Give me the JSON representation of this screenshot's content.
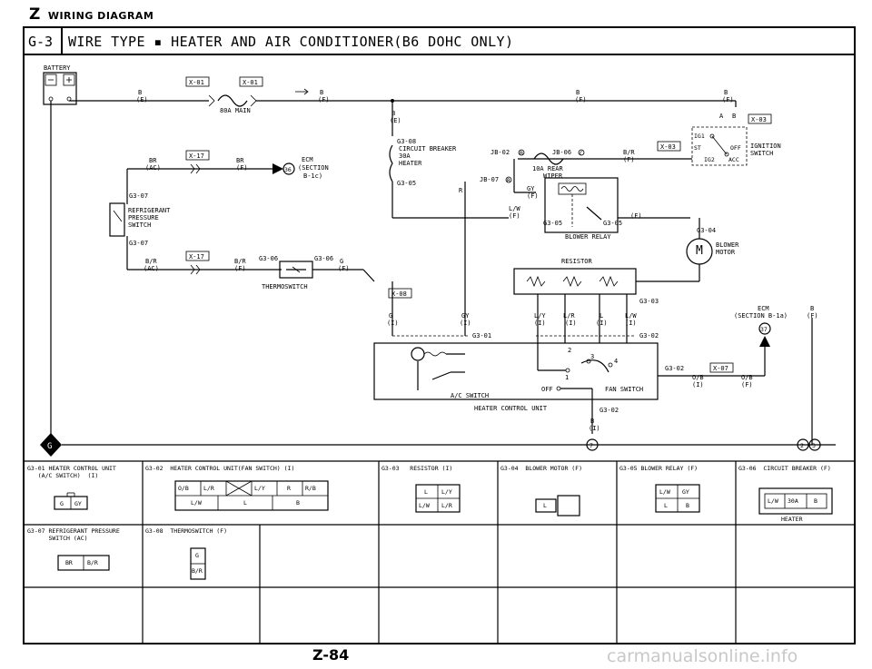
{
  "header": {
    "section_letter": "Z",
    "title": "WIRING DIAGRAM"
  },
  "diagram": {
    "code": "G-3",
    "title": "WIRE TYPE ▪ HEATER AND AIR CONDITIONER(B6 DOHC ONLY)"
  },
  "labels": {
    "battery": "BATTERY",
    "main_fuse": "80A MAIN",
    "x01a": "X-01",
    "x01b": "X-01",
    "b_e": "B",
    "b_e2": "(E)",
    "b_f": "B",
    "b_f2": "(F)",
    "x17a": "X-17",
    "br": "BR",
    "br_ac": "(AC)",
    "br2": "BR",
    "br_f": "(F)",
    "ecm1": "ECM",
    "ecm_sec": "(SECTION",
    "ecm_sec2": "B-1c)",
    "ecm_pin": "36",
    "g307": "G3-07",
    "ref_sw1": "REFRIGERANT",
    "ref_sw2": "PRESSURE",
    "ref_sw3": "SWITCH",
    "g307b": "G3-07",
    "x17b": "X-17",
    "br_b": "B/R",
    "br_b_ac": "(AC)",
    "br_b2": "B/R",
    "br_b_f": "(F)",
    "g306a": "G3-06",
    "g306b": "G3-06",
    "g_f": "G",
    "g_f2": "(F)",
    "thermo": "THERMOSWITCH",
    "x08": "X-08",
    "g308": "G3-08",
    "cb1": "CIRCUIT BREAKER",
    "cb2": "30A",
    "cb3": "HEATER",
    "g305a": "G3-05",
    "jb02": "JB-02",
    "jb02p": "B",
    "jb06": "JB-06",
    "jb06p": "C",
    "fuse10": "10A REAR",
    "fuse10b": "WIPER",
    "jb07": "JB-07",
    "jb07p": "R",
    "gy_f": "GY",
    "gy_f2": "(F)",
    "lw_f": "L/W",
    "lw_f2": "(F)",
    "g305b": "G3-05",
    "g305c": "G3-05",
    "blower_relay": "BLOWER RELAY",
    "br_f3": "B/R",
    "br_f4": "(F)",
    "f_only": "(F)",
    "x03a": "X-03",
    "x03b": "X-03",
    "ig1": "IG1",
    "st": "ST",
    "off": "OFF",
    "ig2": "IG2",
    "acc": "ACC",
    "ign1": "IGNITION",
    "ign2": "SWITCH",
    "a": "A",
    "bb": "B",
    "b_fb": "B",
    "b_fb2": "(F)",
    "b_fa": "B",
    "b_fa2": "(F)",
    "g304": "G3-04",
    "blower1": "BLOWER",
    "blower2": "MOTOR",
    "m": "M",
    "resistor": "RESISTOR",
    "g303": "G3-03",
    "w_g": "G",
    "w_g2": "(I)",
    "w_gy": "GY",
    "w_gy2": "(I)",
    "w_ly": "L/Y",
    "w_ly2": "(I)",
    "w_lr": "L/R",
    "w_lr2": "(I)",
    "w_l": "L",
    "w_l2": "(I)",
    "w_lw": "L/W",
    "w_lw2": "(I)",
    "g301": "G3-01",
    "g302": "G3-02",
    "ecm2": "ECM",
    "ecm2s": "(SECTION B-1a)",
    "ecm2p": "37",
    "b_f5": "B",
    "b_f6": "(F)",
    "ac_sw": "A/C SWITCH",
    "fan_off": "OFF",
    "fan_sw": "FAN SWITCH",
    "hcu": "HEATER CONTROL UNIT",
    "n1": "1",
    "n2": "2",
    "n3": "3",
    "n4": "4",
    "g302b": "G3-02",
    "ob": "O/B",
    "ob2": "(I)",
    "x07": "X-07",
    "ob3": "O/B",
    "ob4": "(F)",
    "g302c": "G3-02",
    "b_i": "B",
    "b_i2": "(I)",
    "gnd7": "7",
    "gnd2": "2",
    "gnd3": "3",
    "gndG": "G"
  },
  "connectors": {
    "c1": {
      "title": "G3-01 HEATER CONTROL UNIT\n   (A/C SWITCH)  (I)",
      "pins": [
        "G",
        "GY"
      ]
    },
    "c2": {
      "title": "G3-02  HEATER CONTROL UNIT(FAN SWITCH) (I)",
      "pins_top": [
        "O/B",
        "L/R",
        "",
        "L/Y",
        "R",
        "R/B"
      ],
      "pins_bot": [
        "L/W",
        "L",
        "B"
      ]
    },
    "c3": {
      "title": "G3-03   RESISTOR (I)",
      "pins": [
        "L",
        "L/Y",
        "L/W",
        "L/R"
      ]
    },
    "c4": {
      "title": "G3-04  BLOWER MOTOR (F)",
      "pins": [
        "L"
      ]
    },
    "c5": {
      "title": "G3-05 BLOWER RELAY (F)",
      "pins": [
        "L/W",
        "GY",
        "L",
        "B"
      ]
    },
    "c6": {
      "title": "G3-06  CIRCUIT BREAKER (F)",
      "pins": [
        "L/W",
        "30A",
        "B"
      ],
      "sub": "HEATER"
    },
    "c7": {
      "title": "G3-07 REFRIGERANT PRESSURE\n      SWITCH (AC)",
      "pins": [
        "BR",
        "B/R"
      ]
    },
    "c8": {
      "title": "G3-08  THERMOSWITCH (F)",
      "pins": [
        "G",
        "B/R"
      ]
    }
  },
  "footer": {
    "page": "Z-84",
    "watermark": "carmanualsonline.info"
  }
}
